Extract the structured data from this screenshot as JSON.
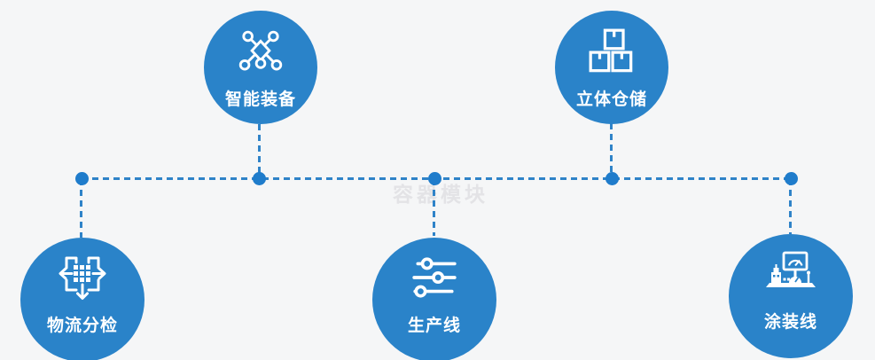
{
  "watermark": "容器模块",
  "colors": {
    "background": "#f5f6f7",
    "circle_fill": "#2a83c9",
    "connector_blue": "#2f83c8",
    "dot_blue": "#1f7ccb",
    "icon_white": "#ffffff",
    "watermark_gray": "#e3e3e6"
  },
  "nodes": [
    {
      "id": "smart-equipment",
      "label": "智能装备",
      "icon": "network-nodes-icon",
      "row": "top"
    },
    {
      "id": "warehouse",
      "label": "立体仓储",
      "icon": "stacked-boxes-icon",
      "row": "top"
    },
    {
      "id": "logistics-sorting",
      "label": "物流分检",
      "icon": "sorting-arrows-icon",
      "row": "bottom"
    },
    {
      "id": "production-line",
      "label": "生产线",
      "icon": "sliders-icon",
      "row": "bottom"
    },
    {
      "id": "painting-line",
      "label": "涂装线",
      "icon": "control-station-icon",
      "row": "bottom"
    }
  ]
}
